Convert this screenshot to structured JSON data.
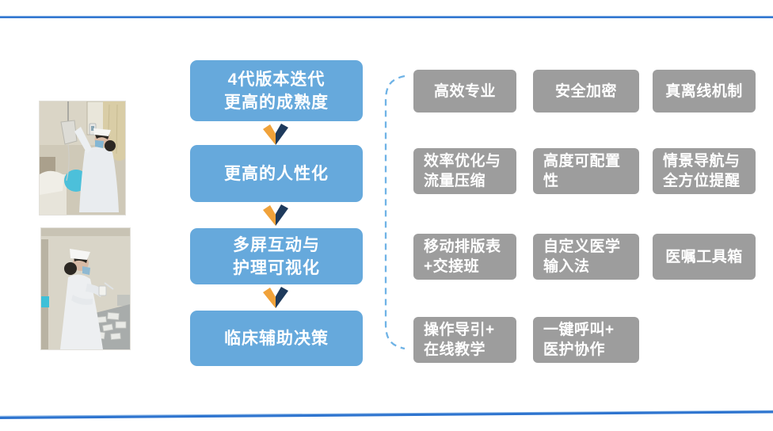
{
  "slide": {
    "accent_line_color": "#2e74cf",
    "flow_box_color": "#66a9dc",
    "feature_box_color": "#9d9d9d",
    "bracket_color": "#6fb3e6",
    "arrow_colors": {
      "left_wing": "#f0a23a",
      "right_wing": "#1e3a5c"
    }
  },
  "photos": {
    "items": [
      {
        "alt": "护士扫描输液袋照片"
      },
      {
        "alt": "护士配药照片"
      }
    ]
  },
  "pipeline": {
    "boxes": [
      {
        "text": "4代版本迭代\n更高的成熟度"
      },
      {
        "text": "更高的人性化"
      },
      {
        "text": "多屏互动与\n护理可视化"
      },
      {
        "text": "临床辅助决策"
      }
    ]
  },
  "features": {
    "items": [
      {
        "text": "高效专业"
      },
      {
        "text": "安全加密"
      },
      {
        "text": "真离线机制"
      },
      {
        "text": "效率优化与\n流量压缩"
      },
      {
        "text": "高度可配置\n性"
      },
      {
        "text": "情景导航与\n全方位提醒"
      },
      {
        "text": "移动排版表\n+交接班"
      },
      {
        "text": "自定义医学\n输入法"
      },
      {
        "text": "医嘱工具箱"
      },
      {
        "text": "操作导引+\n在线教学"
      },
      {
        "text": "一键呼叫+\n医护协作"
      }
    ]
  }
}
